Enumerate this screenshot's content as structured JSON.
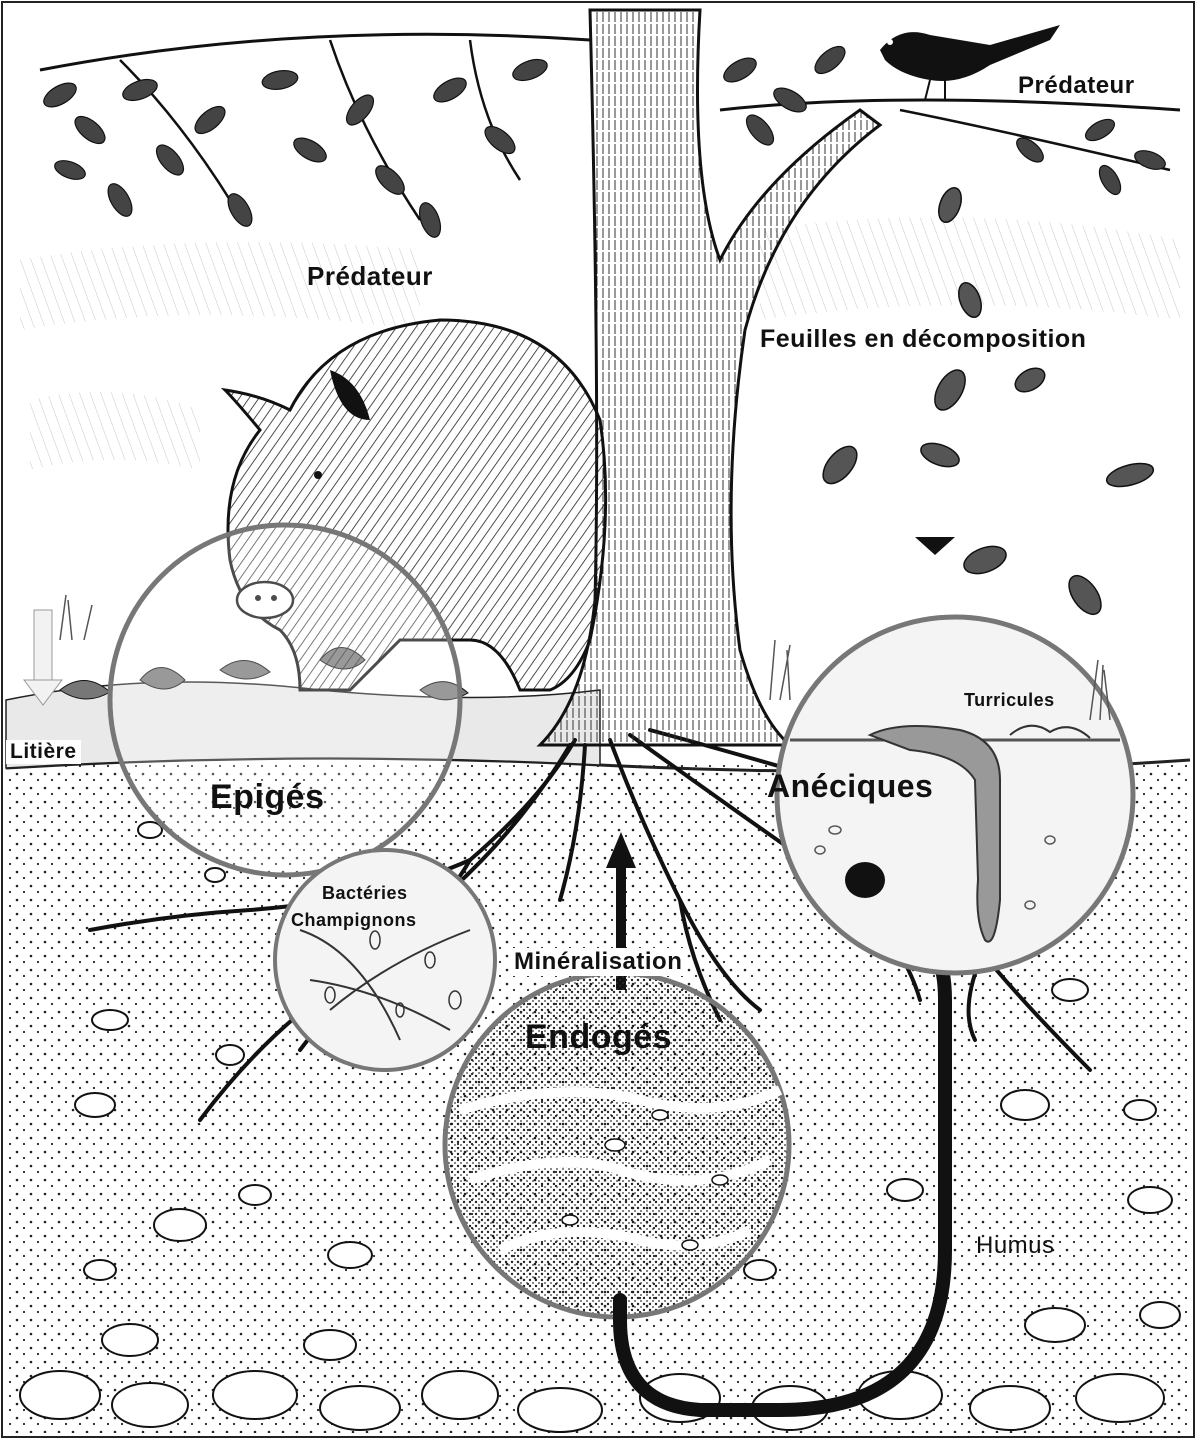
{
  "labels": {
    "predator_bird": "Prédateur",
    "predator_boar": "Prédateur",
    "decomposing_leaves": "Feuilles en décomposition",
    "litter": "Litière",
    "epigeic": "Epigés",
    "anecic": "Anéciques",
    "casts": "Turricules",
    "bacteria": "Bactéries",
    "fungi": "Champignons",
    "mineralization": "Minéralisation",
    "endogeic": "Endogés",
    "humus": "Humus"
  },
  "colors": {
    "ink": "#111111",
    "paper": "#ffffff",
    "soil_dot": "#222222",
    "lens_fill": "#f4f4f4"
  }
}
